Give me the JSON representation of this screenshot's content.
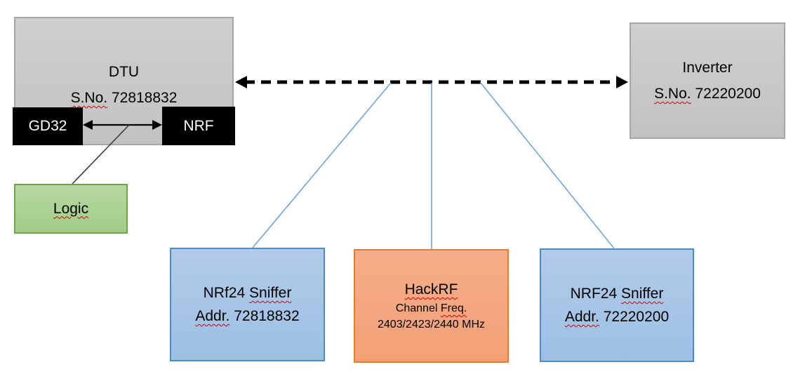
{
  "diagram": {
    "dtu": {
      "title": "DTU",
      "serial_label": "S.No.",
      "serial": "72818832"
    },
    "gd32_label": "GD32",
    "nrf_label": "NRF",
    "logic_label": "Logic",
    "inverter": {
      "title": "Inverter",
      "serial_label": "S.No.",
      "serial": "72220200"
    },
    "sniffer_left": {
      "name": "NRf24",
      "word": "Sniffer",
      "addr_label": "Addr.",
      "addr": "72818832"
    },
    "hackrf": {
      "title": "HackRF",
      "channel_label": "Channel",
      "freq_label": "Freq.",
      "frequencies": "2403/2423/2440 MHz"
    },
    "sniffer_right": {
      "name": "NRF24",
      "word": "Sniffer",
      "addr_label": "Addr.",
      "addr": "72220200"
    }
  },
  "colors": {
    "gray_fill": "#c9c8c8",
    "gray_border": "#a6a6a6",
    "chip_fill": "#000000",
    "chip_text": "#ffffff",
    "green_fill": "#a9d18e",
    "green_border": "#6ea546",
    "blue_fill": "#a7c5e7",
    "blue_border": "#4e8bc8",
    "orange_fill": "#f5a77f",
    "orange_border": "#e77c2e",
    "connector_blue": "#6ea4d9",
    "arrow_black": "#000000",
    "squiggle_red": "#d00000"
  }
}
